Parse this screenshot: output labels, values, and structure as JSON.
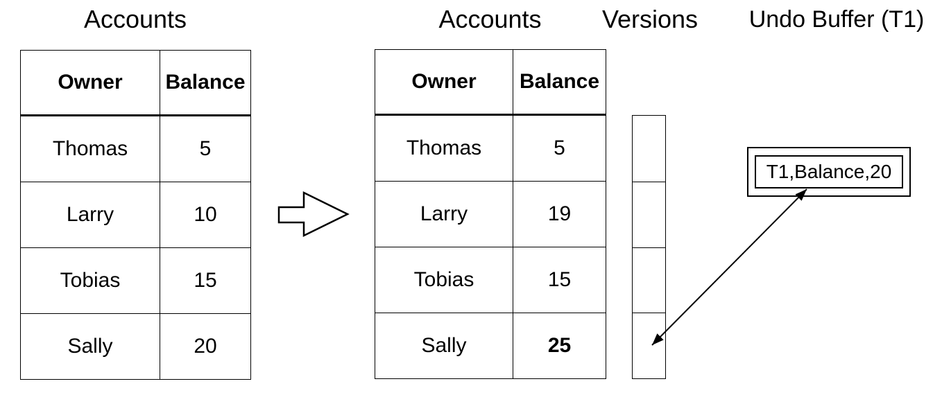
{
  "before_table": {
    "title": "Accounts",
    "headers": [
      "Owner",
      "Balance"
    ],
    "rows": [
      {
        "owner": "Thomas",
        "balance": "5"
      },
      {
        "owner": "Larry",
        "balance": "10"
      },
      {
        "owner": "Tobias",
        "balance": "15"
      },
      {
        "owner": "Sally",
        "balance": "20"
      }
    ]
  },
  "after_table": {
    "title": "Accounts",
    "headers": [
      "Owner",
      "Balance"
    ],
    "rows": [
      {
        "owner": "Thomas",
        "balance": "5",
        "emphasized": false
      },
      {
        "owner": "Larry",
        "balance": "19",
        "emphasized": false
      },
      {
        "owner": "Tobias",
        "balance": "15",
        "emphasized": false
      },
      {
        "owner": "Sally",
        "balance": "25",
        "emphasized": true
      }
    ]
  },
  "versions": {
    "title": "Versions",
    "cell_count": 4
  },
  "undo_buffer": {
    "title": "Undo Buffer (T1)",
    "entry": "T1,Balance,20"
  },
  "icons": {
    "transition": "block-arrow-right",
    "link": "double-headed-arrow"
  },
  "colors": {
    "line": "#000000",
    "background": "#ffffff",
    "text": "#000000"
  }
}
